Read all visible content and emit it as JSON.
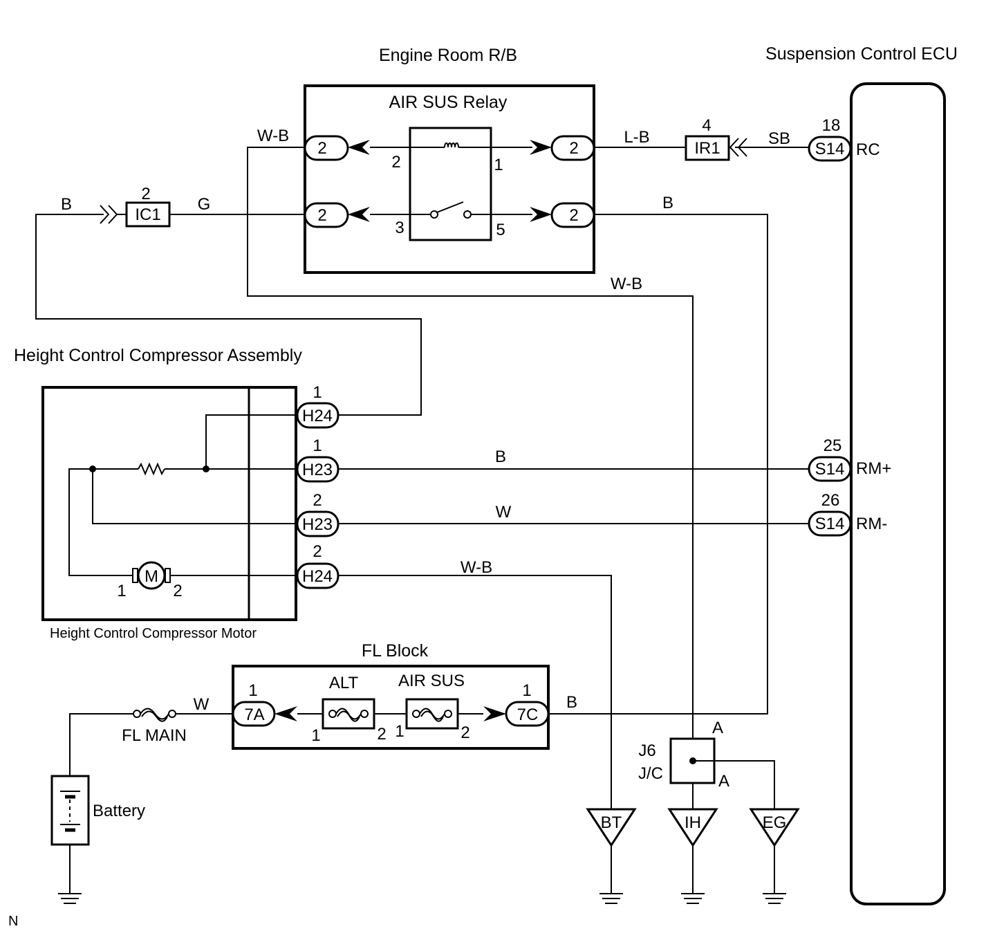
{
  "titles": {
    "engine_room": "Engine Room R/B",
    "suspension_ecu": "Suspension Control ECU",
    "air_sus_relay": "AIR SUS Relay",
    "compressor_assembly": "Height Control Compressor Assembly",
    "compressor_motor": "Height Control Compressor Motor",
    "fl_block": "FL Block",
    "alt_fuse": "ALT",
    "air_sus_fuse": "AIR SUS",
    "fl_main": "FL MAIN",
    "battery": "Battery",
    "junction_id": "J6",
    "junction_type": "J/C",
    "corner_mark": "N"
  },
  "wire_colors": {
    "wb_top": "W-B",
    "lb": "L-B",
    "sb": "SB",
    "b_left": "B",
    "g": "G",
    "b_relay_out": "B",
    "wb_mid": "W-B",
    "b_rm_plus": "B",
    "w_rm_minus": "W",
    "wb_motor": "W-B",
    "w_battery": "W",
    "b_fl_out": "B"
  },
  "connectors": {
    "relay_in_top": "2",
    "relay_in_bottom": "2",
    "relay_out_top": "2",
    "relay_out_bottom": "2",
    "ir1": "IR1",
    "ic1": "IC1",
    "ecu_rc": "S14",
    "ecu_rm_plus": "S14",
    "ecu_rm_minus": "S14",
    "h24_top": "H24",
    "h23_top": "H23",
    "h23_bottom": "H23",
    "h24_bottom": "H24",
    "fl_7a": "7A",
    "fl_7c": "7C",
    "motor": "M"
  },
  "pins": {
    "relay_coil_left": "2",
    "relay_coil_right": "1",
    "relay_switch_left": "3",
    "relay_switch_right": "5",
    "ir1_pin": "4",
    "ic1_pin": "2",
    "ecu_rc_pin": "18",
    "ecu_rm_plus_pin": "25",
    "ecu_rm_minus_pin": "26",
    "h24_top_pin": "1",
    "h23_top_pin": "1",
    "h23_bottom_pin": "2",
    "h24_bottom_pin": "2",
    "motor_left_pin": "1",
    "motor_right_pin": "2",
    "fl_7a_pin": "1",
    "fl_7c_pin": "1",
    "alt_left_pin": "1",
    "alt_right_pin": "2",
    "airsus_left_pin": "1",
    "airsus_right_pin": "2",
    "junction_top": "A",
    "junction_bottom": "A"
  },
  "terminals": {
    "ecu_rc": "RC",
    "ecu_rm_plus": "RM+",
    "ecu_rm_minus": "RM-"
  },
  "grounds": {
    "bt": "BT",
    "ih": "IH",
    "eg": "EG"
  }
}
